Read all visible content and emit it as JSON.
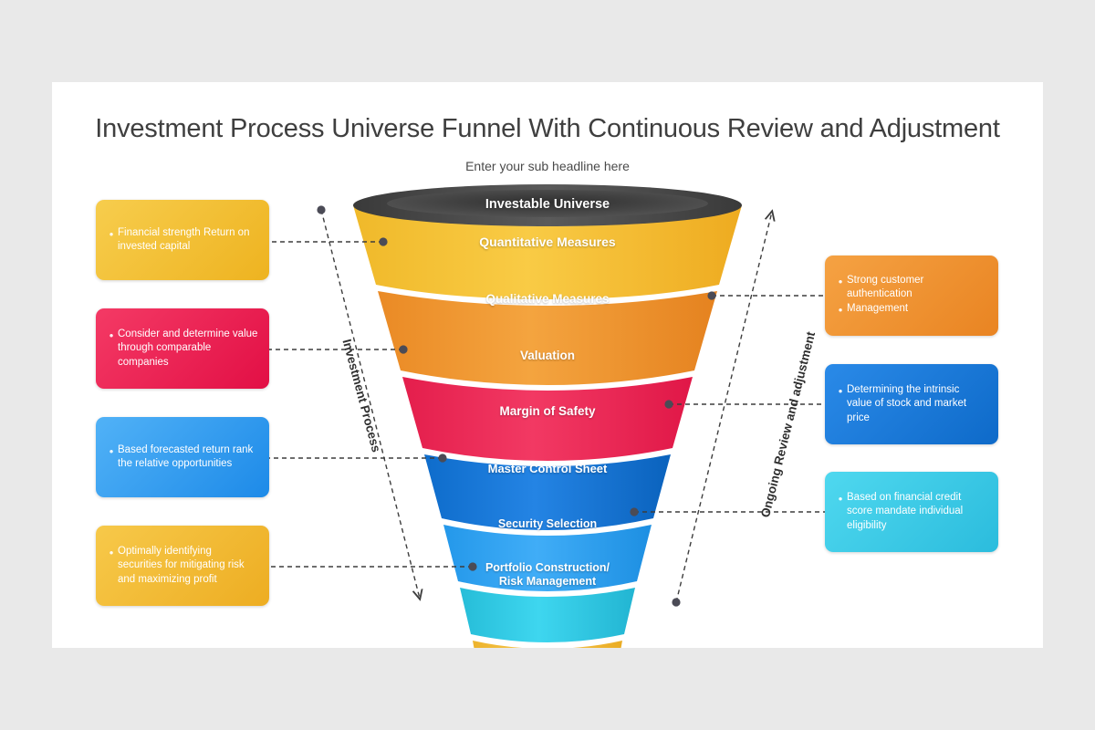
{
  "slide": {
    "title": "Investment Process Universe Funnel With Continuous Review and Adjustment",
    "subtitle": "Enter your sub headline here",
    "background_color": "#e9e9e9",
    "canvas_color": "#ffffff"
  },
  "axis_labels": {
    "left": "Investment Process",
    "right": "Ongoing Review and adjustment"
  },
  "funnel": {
    "top_cap_color": "#4a4a4a",
    "stages": [
      {
        "label": "Investable Universe",
        "color": "#4a4a4a"
      },
      {
        "label": "Quantitative Measures",
        "color": "#f7c030"
      },
      {
        "label": "Qualitative Measures",
        "color": "#f0962c"
      },
      {
        "label": "Valuation",
        "color": "#ec2a55"
      },
      {
        "label": "Margin of Safety",
        "color": "#1678d6"
      },
      {
        "label": "Master Control Sheet",
        "color": "#2ea3ef"
      },
      {
        "label": "Security Selection",
        "color": "#2ecae0"
      },
      {
        "label": "Portfolio Construction/\nRisk Management",
        "color": "#f2bc42"
      }
    ]
  },
  "left_callouts": [
    {
      "color": "#f5c33a",
      "bullets": [
        "Financial strength Return on invested capital"
      ]
    },
    {
      "color": "#ed2553",
      "bullets": [
        "Consider and determine value through comparable companies"
      ]
    },
    {
      "color": "#38a4f2",
      "bullets": [
        "Based forecasted return rank the relative opportunities"
      ]
    },
    {
      "color": "#f3bf3d",
      "bullets": [
        "Optimally identifying securities for mitigating risk and maximizing profit"
      ]
    }
  ],
  "right_callouts": [
    {
      "color": "#ef9331",
      "bullets": [
        "Strong customer authentication",
        "Management"
      ]
    },
    {
      "color": "#1a7ede",
      "bullets": [
        "Determining the intrinsic value of stock and market price"
      ]
    },
    {
      "color": "#3ecbe8",
      "bullets": [
        "Based on financial credit score mandate individual eligibility"
      ]
    }
  ]
}
